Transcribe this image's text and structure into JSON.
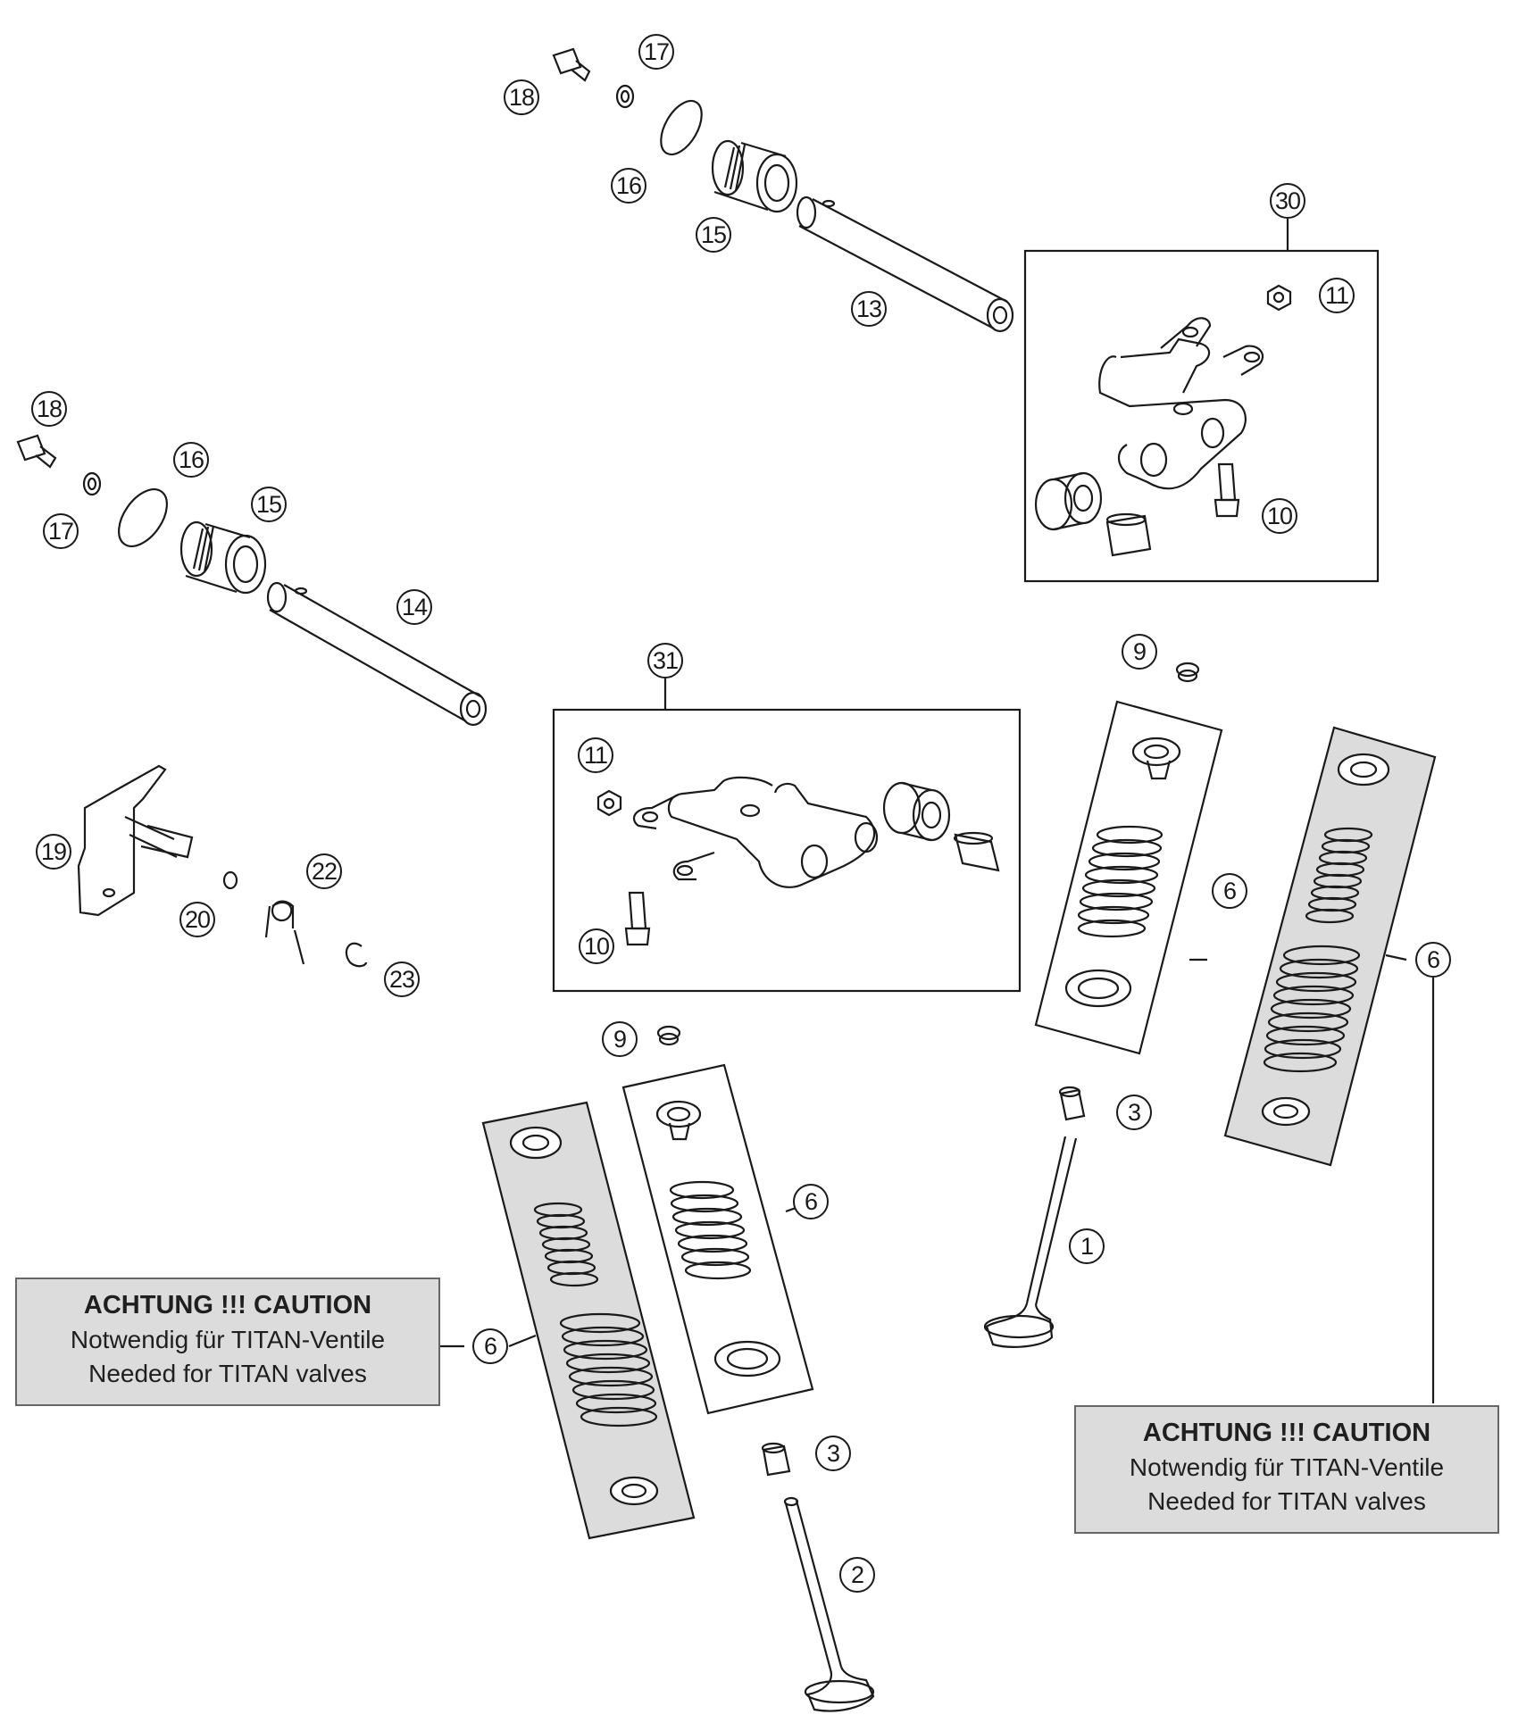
{
  "part_numbers": {
    "n1": "1",
    "n2": "2",
    "n3a": "3",
    "n3b": "3",
    "n6a": "6",
    "n6b": "6",
    "n6c": "6",
    "n6d": "6",
    "n9a": "9",
    "n9b": "9",
    "n10a": "10",
    "n10b": "10",
    "n11a": "11",
    "n11b": "11",
    "n13": "13",
    "n14": "14",
    "n15a": "15",
    "n15b": "15",
    "n16a": "16",
    "n16b": "16",
    "n17a": "17",
    "n17b": "17",
    "n18a": "18",
    "n18b": "18",
    "n19": "19",
    "n20": "20",
    "n22": "22",
    "n23": "23",
    "n30": "30",
    "n31": "31"
  },
  "caution_left": {
    "title": "ACHTUNG !!! CAUTION",
    "line1": "Notwendig für TITAN-Ventile",
    "line2": "Needed for TITAN valves"
  },
  "caution_right": {
    "title": "ACHTUNG !!! CAUTION",
    "line1": "Notwendig für TITAN-Ventile",
    "line2": "Needed for TITAN valves"
  },
  "colors": {
    "line": "#1a1a1a",
    "highlight": "#dcdcdc"
  }
}
